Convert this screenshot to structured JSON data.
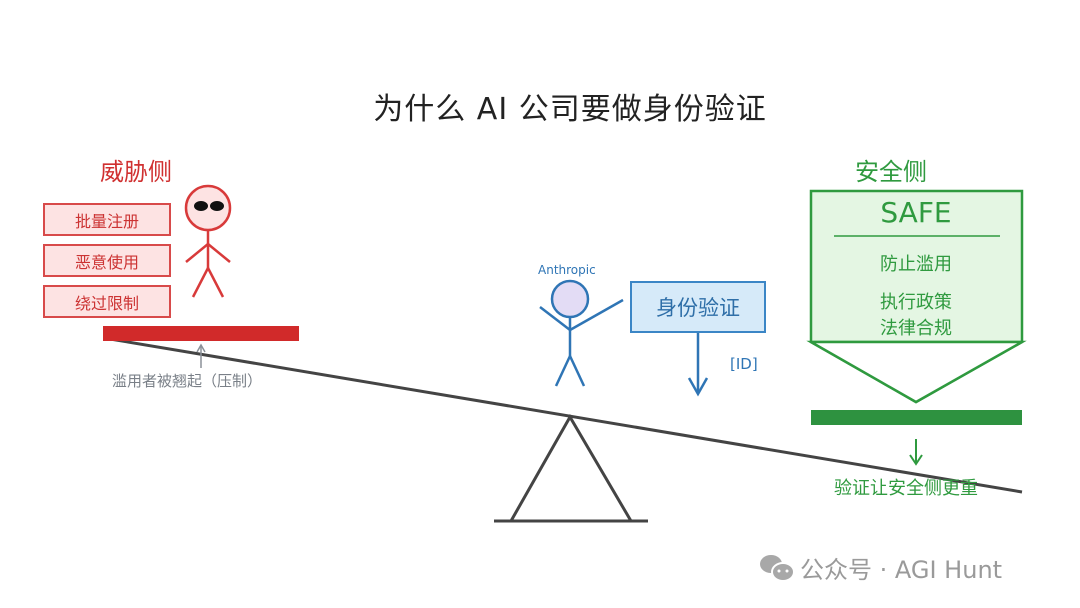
{
  "title": "为什么 AI 公司要做身份验证",
  "threat_side": {
    "heading": "威胁侧",
    "items": [
      "批量注册",
      "恶意使用",
      "绕过限制"
    ],
    "note": "滥用者被翘起（压制）",
    "color": "#d03030"
  },
  "center": {
    "actor_label": "Anthropic",
    "verification_box": "身份验证",
    "arrow_label": "[ID]",
    "color": "#2f75b5"
  },
  "safe_side": {
    "heading": "安全侧",
    "shield_title": "SAFE",
    "lines": [
      "防止滥用",
      "执行政策",
      "法律合规"
    ],
    "result": "验证让安全侧更重",
    "color": "#2f9a3f"
  },
  "watermark": {
    "icon": "wechat-icon",
    "text": "公众号 · AGI Hunt"
  }
}
